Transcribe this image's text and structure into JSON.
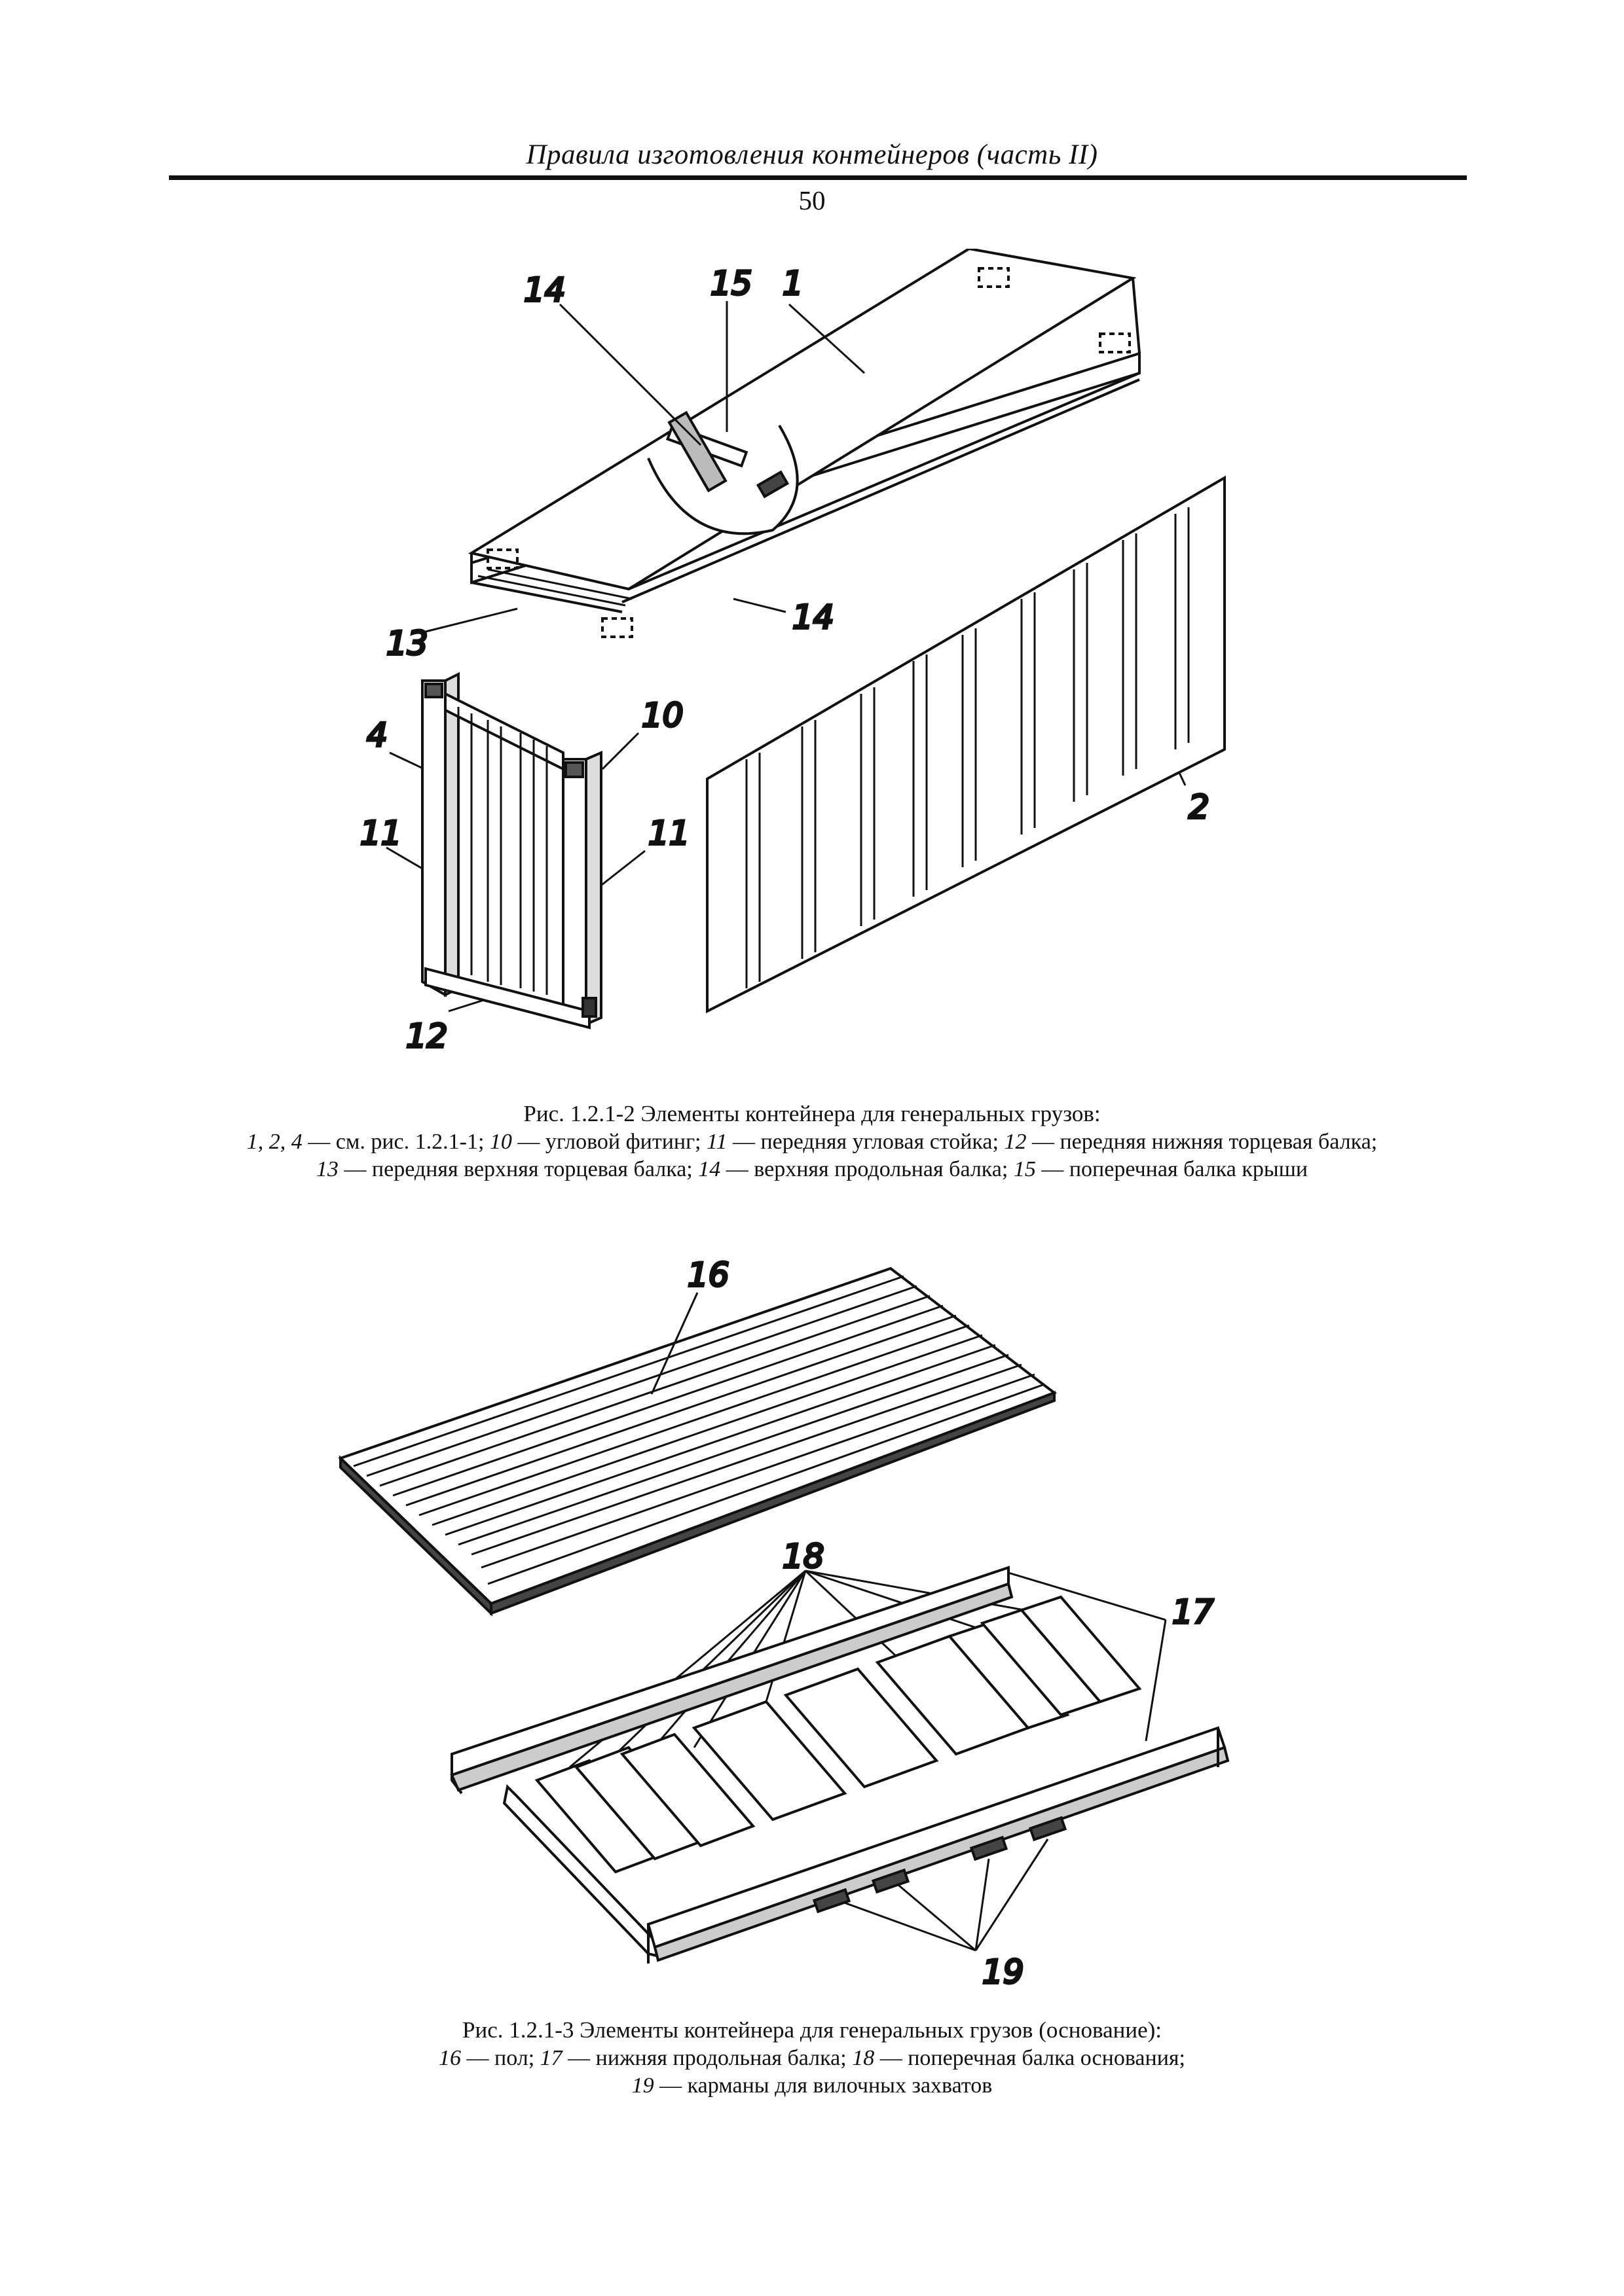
{
  "header": {
    "title": "Правила изготовления контейнеров (часть II)",
    "page_number": "50"
  },
  "figure1": {
    "labels": {
      "l14a": "14",
      "l15": "15",
      "l1": "1",
      "l13": "13",
      "l14b": "14",
      "l10": "10",
      "l4": "4",
      "l11a": "11",
      "l11b": "11",
      "l12": "12",
      "l2": "2"
    },
    "caption": {
      "title": "Рис. 1.2.1-2 Элементы контейнера для генеральных грузов:",
      "line1": [
        {
          "num": "1, 2, 4",
          "text": " — см. рис. 1.2.1-1; "
        },
        {
          "num": "10",
          "text": " — угловой фитинг; "
        },
        {
          "num": "11",
          "text": " — передняя угловая стойка; "
        },
        {
          "num": "12",
          "text": " — передняя нижняя торцевая балка;"
        }
      ],
      "line2": [
        {
          "num": "13",
          "text": " — передняя верхняя торцевая балка; "
        },
        {
          "num": "14",
          "text": " — верхняя продольная балка; "
        },
        {
          "num": "15",
          "text": " — поперечная балка крыши"
        }
      ]
    }
  },
  "figure2": {
    "labels": {
      "l16": "16",
      "l18": "18",
      "l17": "17",
      "l19": "19"
    },
    "caption": {
      "title": "Рис. 1.2.1-3 Элементы контейнера для генеральных грузов (основание):",
      "line1": [
        {
          "num": "16",
          "text": " — пол; "
        },
        {
          "num": "17",
          "text": " — нижняя продольная балка; "
        },
        {
          "num": "18",
          "text": " — поперечная балка основания;"
        }
      ],
      "line2": [
        {
          "num": "19",
          "text": " — карманы для вилочных захватов"
        }
      ]
    }
  }
}
